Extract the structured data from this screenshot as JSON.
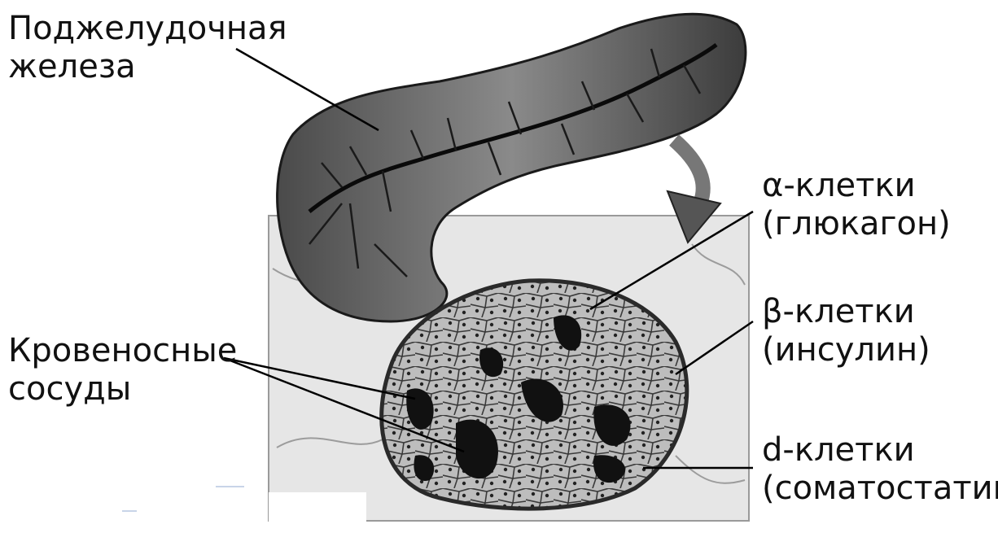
{
  "labels": {
    "pancreas": {
      "line1": "Поджелудочная",
      "line2": "железа"
    },
    "vessels": {
      "line1": "Кровеносные",
      "line2": "сосуды"
    },
    "alpha": {
      "line1": "α-клетки",
      "line2": "(глюкагон)"
    },
    "beta": {
      "line1": "β-клетки",
      "line2": "(инсулин)"
    },
    "delta": {
      "line1": "d-клетки",
      "line2": "(соматостатин)"
    }
  }
}
